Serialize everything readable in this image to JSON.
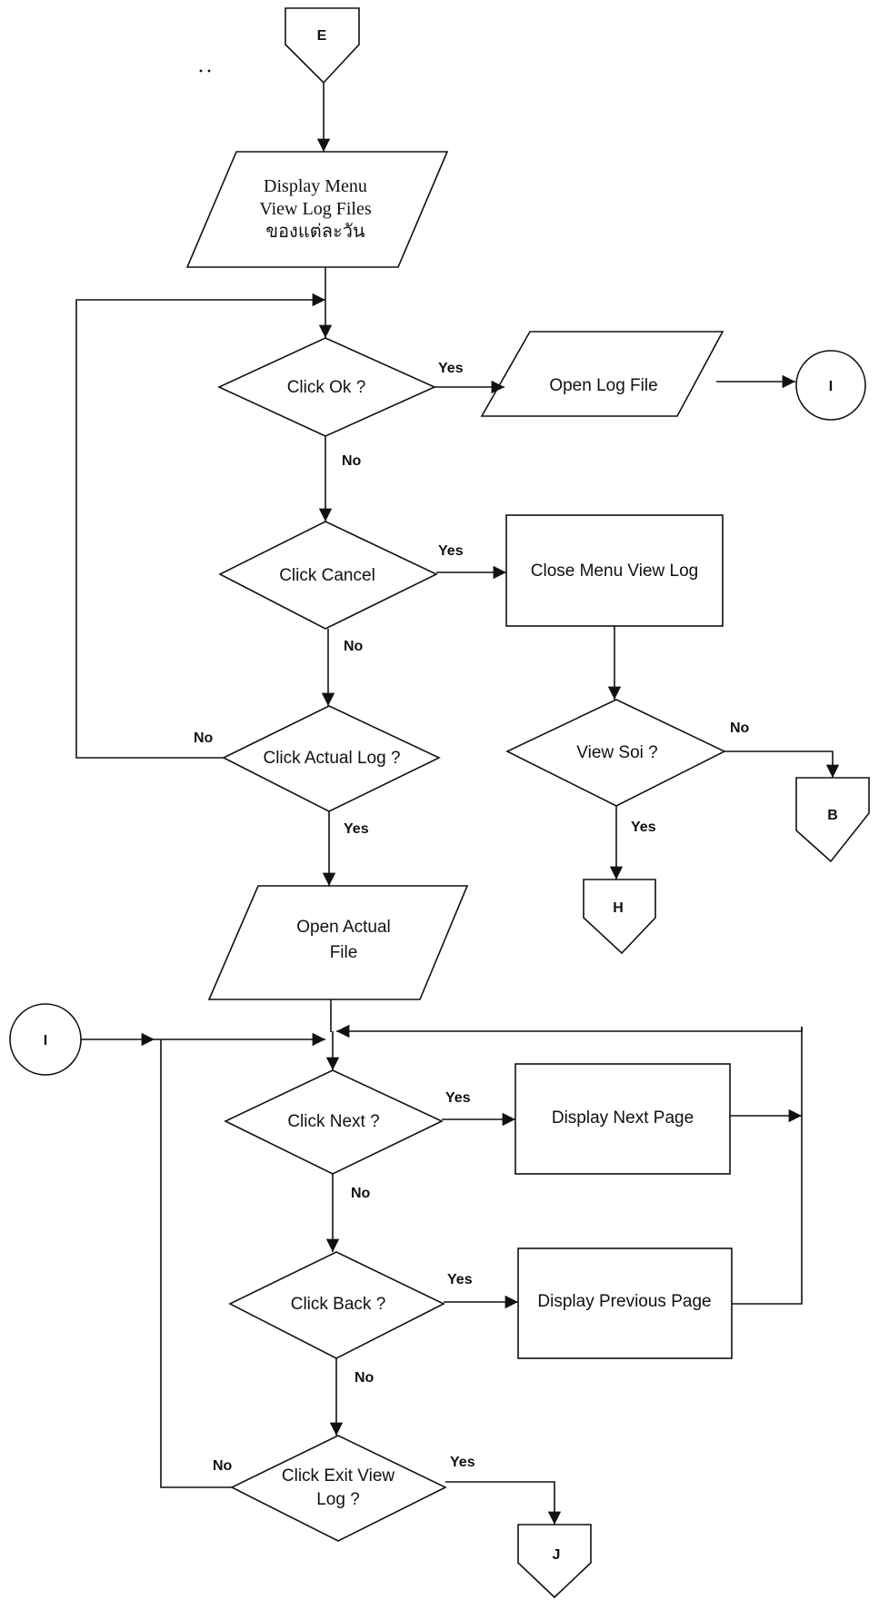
{
  "nodes": {
    "connector_e": "E",
    "display_menu": {
      "line1": "Display Menu",
      "line2": "View Log Files",
      "line3": "ของแต่ละวัน"
    },
    "click_ok": "Click Ok ?",
    "open_log_file": "Open Log File",
    "connector_i_right": "I",
    "click_cancel": "Click Cancel",
    "close_menu_view_log": "Close Menu View Log",
    "click_actual_log": "Click Actual Log ?",
    "view_soi": "View Soi ?",
    "connector_b": "B",
    "connector_h": "H",
    "open_actual_file": {
      "line1": "Open Actual",
      "line2": "File"
    },
    "connector_i_left": "I",
    "click_next": "Click Next ?",
    "display_next_page": "Display Next Page",
    "click_back": "Click Back ?",
    "display_previous_page": "Display Previous Page",
    "click_exit_view_log": {
      "line1": "Click Exit View",
      "line2": "Log ?"
    },
    "connector_j": "J"
  },
  "edge_labels": {
    "ok_yes": "Yes",
    "ok_no": "No",
    "cancel_yes": "Yes",
    "cancel_no": "No",
    "actual_no": "No",
    "actual_yes": "Yes",
    "soi_no": "No",
    "soi_yes": "Yes",
    "next_yes": "Yes",
    "next_no": "No",
    "back_yes": "Yes",
    "back_no": "No",
    "exit_no": "No",
    "exit_yes": "Yes"
  }
}
